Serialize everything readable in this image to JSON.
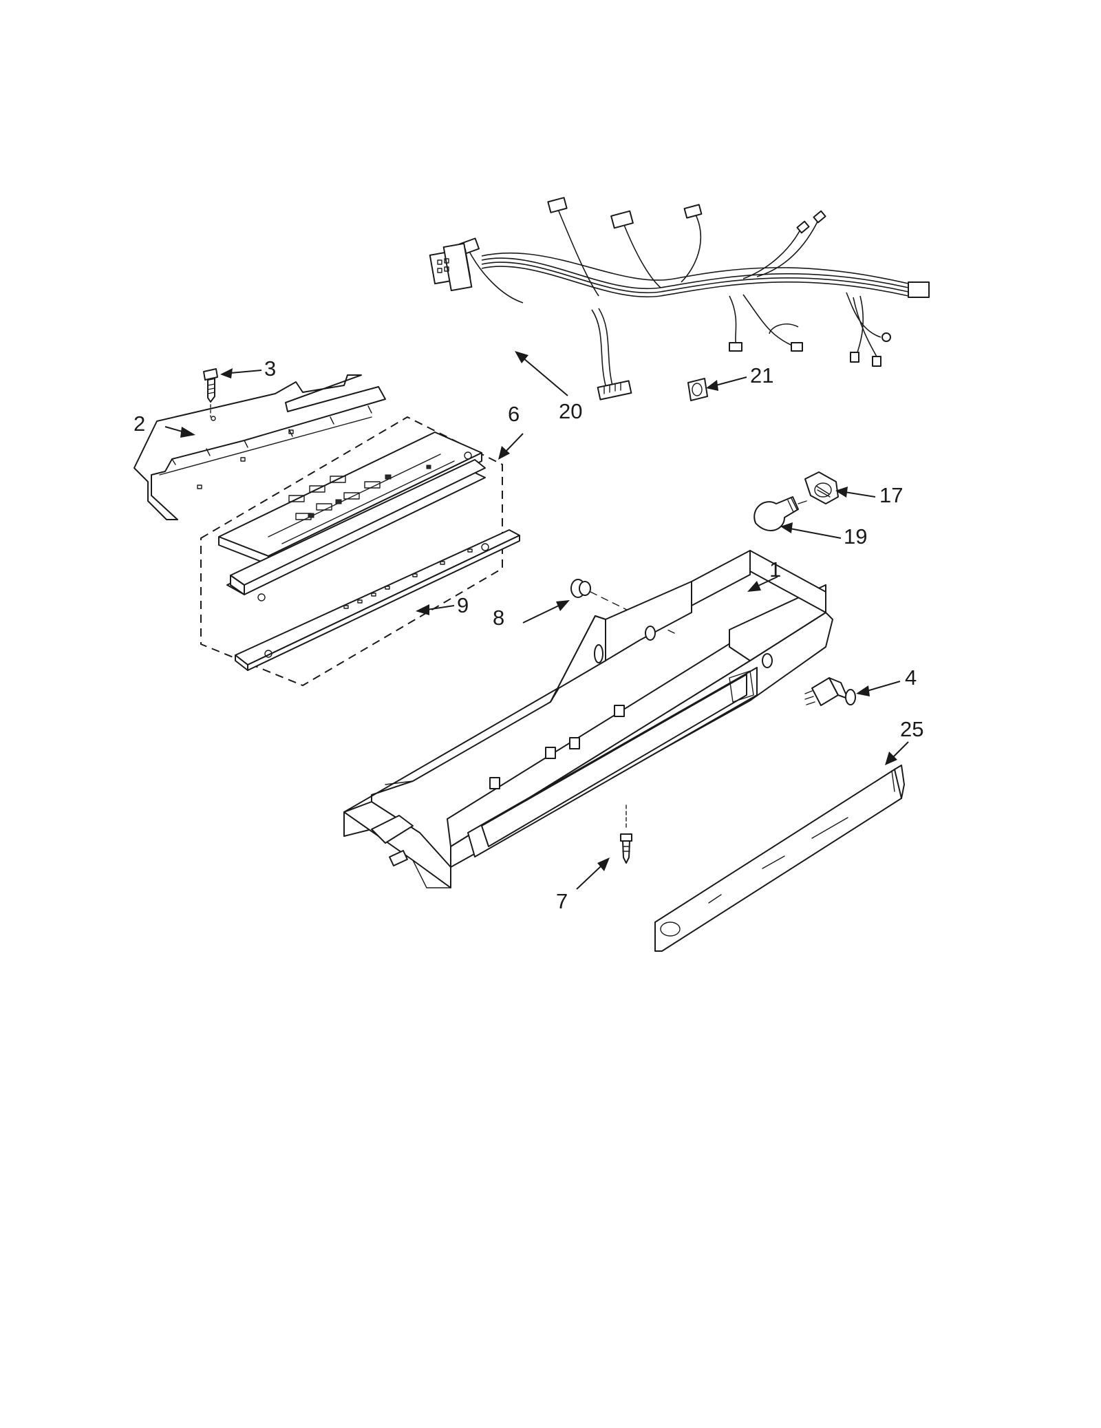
{
  "callouts": {
    "c1": "1",
    "c2": "2",
    "c3": "3",
    "c4": "4",
    "c6": "6",
    "c7": "7",
    "c8": "8",
    "c9": "9",
    "c17": "17",
    "c19": "19",
    "c20": "20",
    "c21": "21",
    "c25": "25"
  }
}
